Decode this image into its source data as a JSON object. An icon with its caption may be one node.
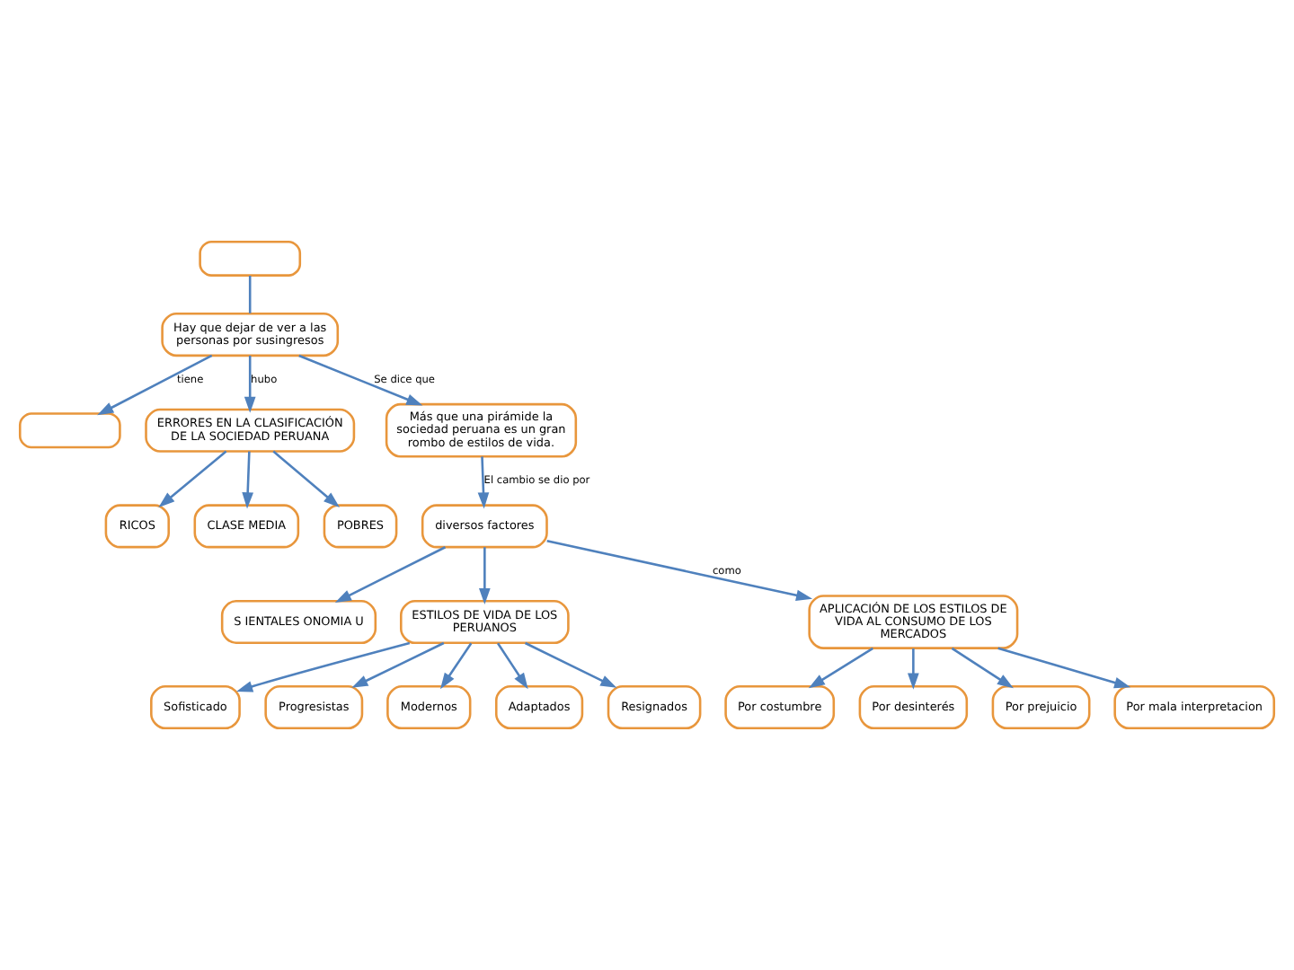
{
  "diagram": {
    "nodes": [
      {
        "text": [],
        "shape": "box"
      },
      {
        "text": [
          "Hay que dejar de ver a las personas por susingresos"
        ]
      },
      {
        "text": [],
        "shape": "box"
      },
      {
        "text": [
          "ERRORES EN LA CLASIFICACIÓN DE LA SOCIEDAD PERUANA"
        ]
      },
      {
        "text": [
          "RICOS"
        ]
      },
      {
        "text": [
          "CLASE MEDIA"
        ]
      },
      {
        "text": [
          "POBRES"
        ]
      },
      {
        "text": [
          "Más que una pirámide la sociedad peruana es un gran rombo de estilos de vida."
        ]
      },
      {
        "text": [
          "diversos factores"
        ]
      },
      {
        "text": [
          "S IENTALES ONOMIA U"
        ]
      },
      {
        "text": [
          "ESTILOS DE VIDA DE LOS PERUANOS"
        ]
      },
      {
        "text": [
          "APLICACIÓN DE LOS ESTILOS DE VIDA AL CONSUMO DE LOS MERCADOS"
        ]
      },
      {
        "text": [
          "Sofisticado"
        ]
      },
      {
        "text": [
          "Progresistas"
        ]
      },
      {
        "text": [
          "Modernos"
        ]
      },
      {
        "text": [
          "Adaptados"
        ]
      },
      {
        "text": [
          "Resignados"
        ]
      },
      {
        "text": [
          "Por costumbre"
        ]
      },
      {
        "text": [
          "Por desinterés"
        ]
      },
      {
        "text": [
          "Por prejuicio"
        ]
      },
      {
        "text": [
          "Por mala interpretacion"
        ]
      }
    ],
    "edges": [
      {
        "from": 0,
        "to": 1,
        "arrow": "none"
      },
      {
        "from": 1,
        "to": 2,
        "arrow": "to",
        "label": "tiene"
      },
      {
        "from": 1,
        "to": 3,
        "arrow": "to",
        "label": "hubo"
      },
      {
        "from": 3,
        "to": 4,
        "arrow": "to"
      },
      {
        "from": 3,
        "to": 5,
        "arrow": "to"
      },
      {
        "from": 3,
        "to": 6,
        "arrow": "to"
      },
      {
        "from": 1,
        "to": 7,
        "arrow": "to",
        "label": "Se dice que"
      },
      {
        "from": 7,
        "to": 8,
        "arrow": "to",
        "label": "El cambio se dio por"
      },
      {
        "from": 8,
        "to": 9,
        "arrow": "to"
      },
      {
        "from": 8,
        "to": 11,
        "arrow": "to",
        "label": "como"
      },
      {
        "from": 8,
        "to": 10,
        "arrow": "to"
      },
      {
        "from": 10,
        "to": 12,
        "arrow": "to"
      },
      {
        "from": 10,
        "to": 13,
        "arrow": "to"
      },
      {
        "from": 10,
        "to": 14,
        "arrow": "to"
      },
      {
        "from": 10,
        "to": 15,
        "arrow": "to"
      },
      {
        "from": 10,
        "to": 16,
        "arrow": "to"
      },
      {
        "from": 11,
        "to": 17,
        "arrow": "to"
      },
      {
        "from": 11,
        "to": 19,
        "arrow": "to"
      },
      {
        "from": 11,
        "to": 20,
        "arrow": "to"
      },
      {
        "from": 11,
        "to": 18,
        "arrow": "to"
      }
    ]
  }
}
